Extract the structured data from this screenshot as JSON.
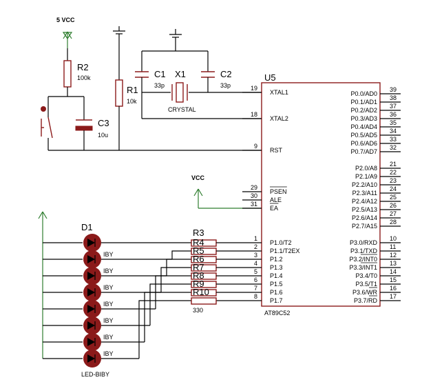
{
  "power": {
    "vcc1": "5 VCC",
    "vcc2": "VCC"
  },
  "components": {
    "r2": {
      "name": "R2",
      "value": "100k"
    },
    "r1": {
      "name": "R1",
      "value": "10k"
    },
    "c3": {
      "name": "C3",
      "value": "10u"
    },
    "c1": {
      "name": "C1",
      "value": "33p"
    },
    "c2": {
      "name": "C2",
      "value": "33p"
    },
    "x1": {
      "name": "X1",
      "value": "CRYSTAL"
    },
    "u5": {
      "name": "U5",
      "part": "AT89C52"
    },
    "d1": {
      "name": "D1",
      "part": "LED-BIBY"
    },
    "r3": {
      "name": "R3",
      "value": "330"
    }
  },
  "resistor_labels": [
    "R4",
    "R5",
    "R6",
    "R7",
    "R8",
    "R9",
    "R10"
  ],
  "led_tag": "IBY",
  "left_pins": [
    {
      "num": "19",
      "label": "XTAL1"
    },
    {
      "num": "18",
      "label": "XTAL2"
    },
    {
      "num": "9",
      "label": "RST"
    },
    {
      "num": "29",
      "label": "PSEN"
    },
    {
      "num": "30",
      "label": "ALE"
    },
    {
      "num": "31",
      "label": "EA"
    },
    {
      "num": "1",
      "label": "P1.0/T2"
    },
    {
      "num": "2",
      "label": "P1.1/T2EX"
    },
    {
      "num": "3",
      "label": "P1.2"
    },
    {
      "num": "4",
      "label": "P1.3"
    },
    {
      "num": "5",
      "label": "P1.4"
    },
    {
      "num": "6",
      "label": "P1.5"
    },
    {
      "num": "7",
      "label": "P1.6"
    },
    {
      "num": "8",
      "label": "P1.7"
    }
  ],
  "right_pins": [
    {
      "num": "39",
      "label": "P0.0/AD0"
    },
    {
      "num": "38",
      "label": "P0.1/AD1"
    },
    {
      "num": "37",
      "label": "P0.2/AD2"
    },
    {
      "num": "36",
      "label": "P0.3/AD3"
    },
    {
      "num": "35",
      "label": "P0.4/AD4"
    },
    {
      "num": "34",
      "label": "P0.5/AD5"
    },
    {
      "num": "33",
      "label": "P0.6/AD6"
    },
    {
      "num": "32",
      "label": "P0.7/AD7"
    },
    {
      "num": "21",
      "label": "P2.0/A8"
    },
    {
      "num": "22",
      "label": "P2.1/A9"
    },
    {
      "num": "23",
      "label": "P2.2/A10"
    },
    {
      "num": "24",
      "label": "P2.3/A11"
    },
    {
      "num": "25",
      "label": "P2.4/A12"
    },
    {
      "num": "26",
      "label": "P2.5/A13"
    },
    {
      "num": "27",
      "label": "P2.6/A14"
    },
    {
      "num": "28",
      "label": "P2.7/A15"
    },
    {
      "num": "10",
      "label": "P3.0/RXD"
    },
    {
      "num": "11",
      "label": "P3.1/TXD"
    },
    {
      "num": "12",
      "label": "P3.2/INT0"
    },
    {
      "num": "13",
      "label": "P3.3/INT1"
    },
    {
      "num": "14",
      "label": "P3.4/T0"
    },
    {
      "num": "15",
      "label": "P3.5/T1"
    },
    {
      "num": "16",
      "label": "P3.6/WR"
    },
    {
      "num": "17",
      "label": "P3.7/RD"
    }
  ]
}
